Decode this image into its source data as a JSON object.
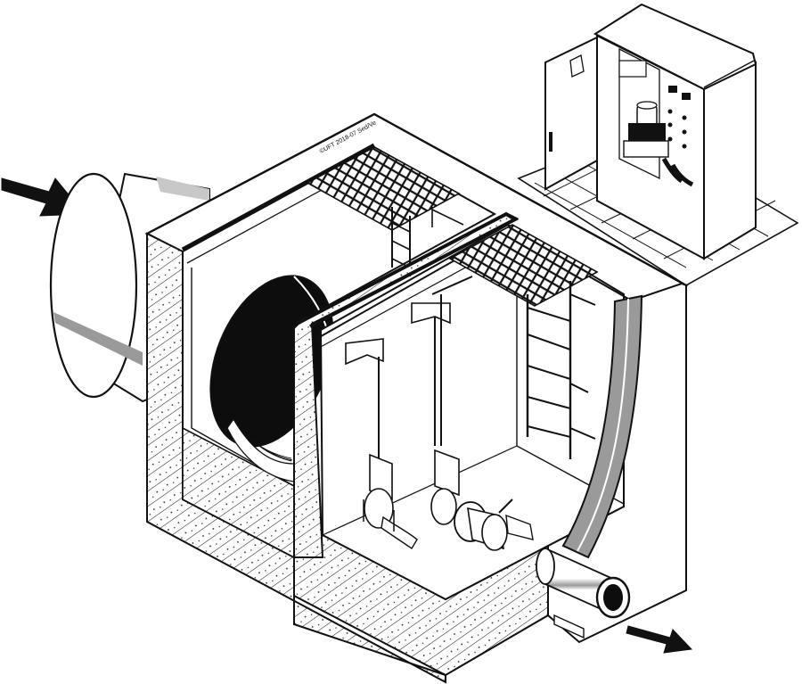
{
  "diagram": {
    "copyright_text": "©UFT 2018-07 Sed/Ve",
    "colors": {
      "line": "#111111",
      "background": "#ffffff",
      "dark": "#0d0d0d",
      "hatch": "#222222",
      "grey": "#9a9a9a"
    },
    "flow_arrows": [
      "inflow-arrow",
      "outflow-arrow"
    ]
  }
}
